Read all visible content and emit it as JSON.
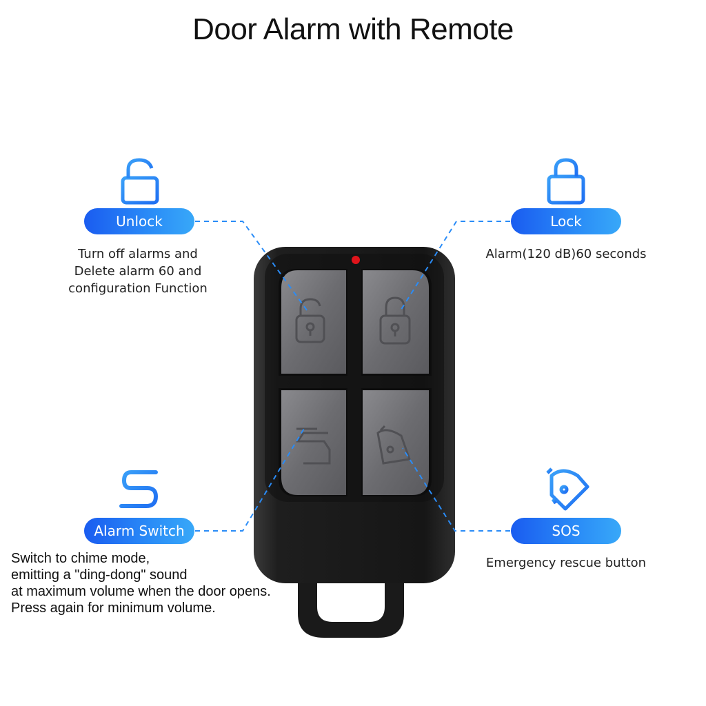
{
  "title": "Door Alarm with Remote",
  "features": {
    "unlock": {
      "label": "Unlock",
      "icon": "unlock-icon",
      "desc": [
        "Turn off alarms and",
        "Delete alarm 60 and",
        "configuration Function"
      ]
    },
    "lock": {
      "label": "Lock",
      "icon": "lock-icon",
      "desc": [
        "Alarm(120 dB)60 seconds"
      ]
    },
    "alarm_switch": {
      "label": "Alarm Switch",
      "icon": "switch-icon",
      "desc": [
        "Switch to chime mode,",
        "emitting a \"ding-dong\" sound",
        "at maximum volume when the door opens.",
        "Press again for minimum volume."
      ]
    },
    "sos": {
      "label": "SOS",
      "icon": "bell-icon",
      "desc": [
        "Emergency rescue button"
      ]
    }
  },
  "colors": {
    "accent_blue": "#1f6ff2",
    "icon_blue": "#2b8ff5",
    "remote_body": "#1c1c1c",
    "button_gray": "#6e6e72",
    "led_red": "#e0141b"
  }
}
